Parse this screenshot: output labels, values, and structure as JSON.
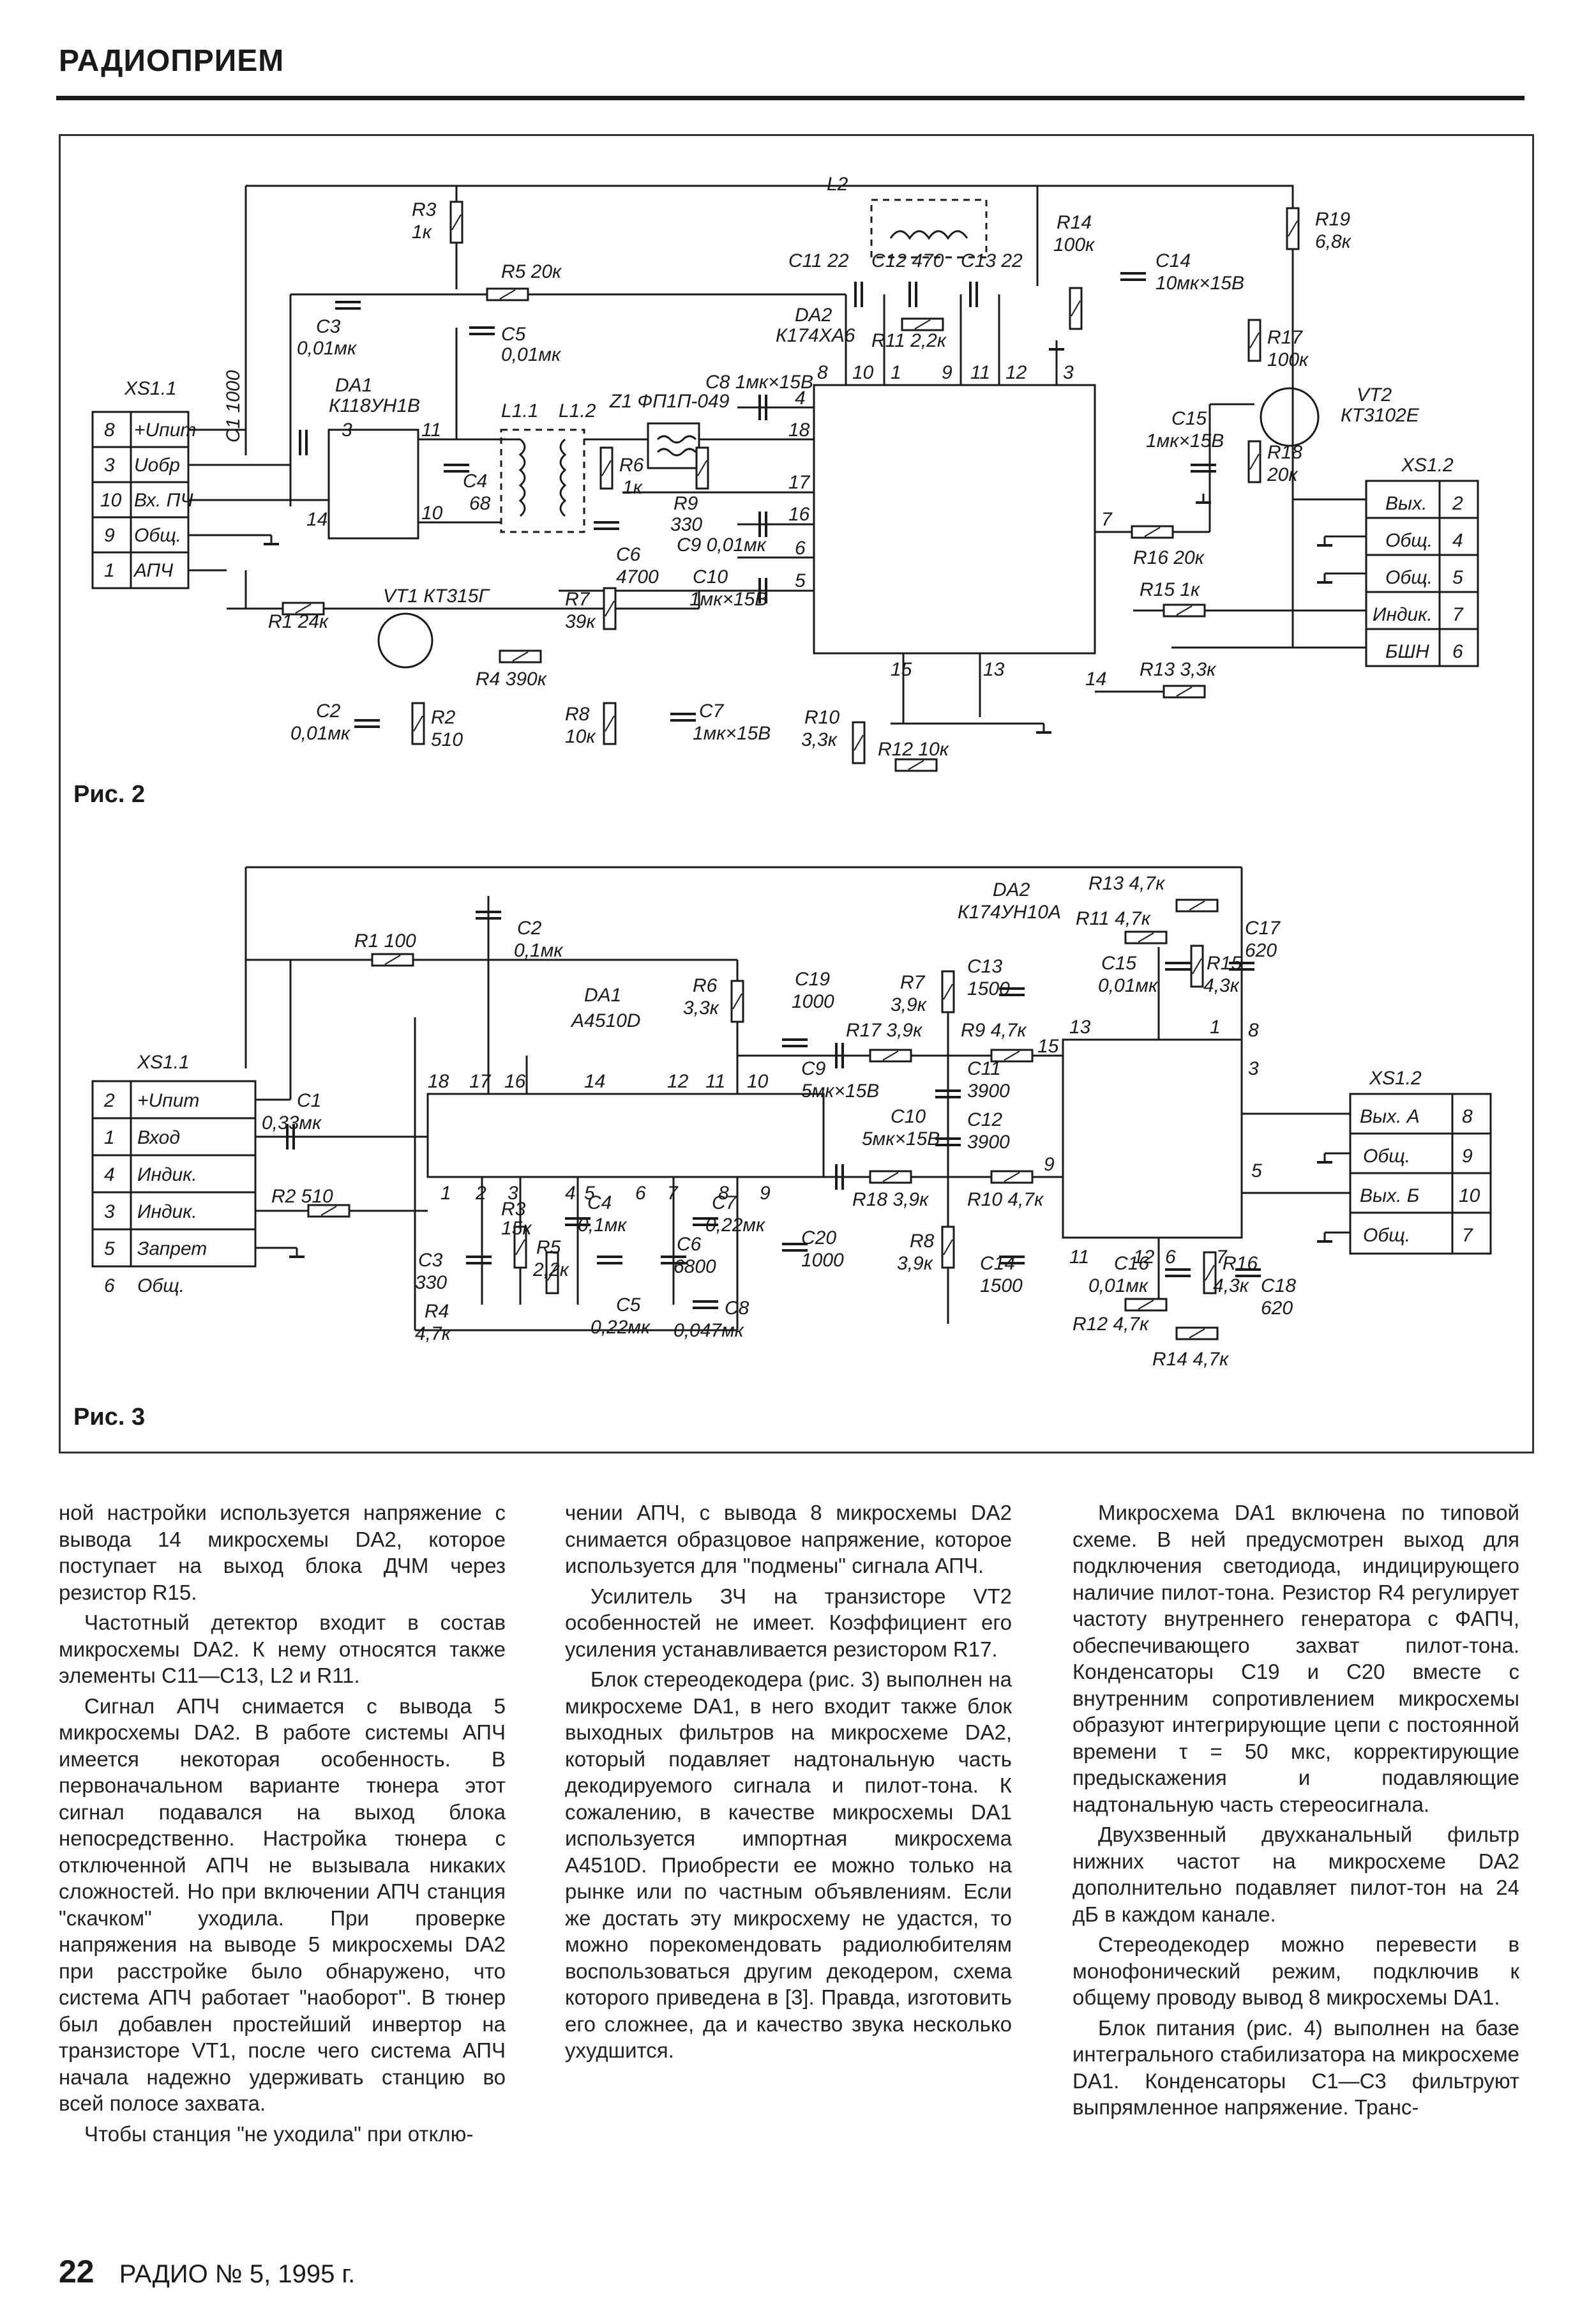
{
  "header": {
    "section": "РАДИОПРИЕМ"
  },
  "figure2": {
    "caption": "Рис. 2",
    "labels": {
      "xs11": "XS1.1",
      "xs12": "XS1.2",
      "pin8": "8",
      "pin3": "3",
      "pin10": "10",
      "pin9": "9",
      "pin1": "1",
      "upit": "+Uпит",
      "uobr": "Uобр",
      "vxpch": "Вх. ПЧ",
      "obsh": "Общ.",
      "apch": "АПЧ",
      "out_pin2": "2",
      "out_pin4": "4",
      "out_pin5": "5",
      "out_pin7": "7",
      "out_pin6": "6",
      "vyx": "Вых.",
      "obsh2": "Общ.",
      "obsh3": "Общ.",
      "indik": "Индик.",
      "bshn": "БШН",
      "da1": "DA1",
      "da1_type": "К118УН1В",
      "da2": "DA2",
      "da2_type": "К174ХА6",
      "vt1": "VT1  КТ315Г",
      "vt2": "VT2",
      "vt2_type": "КТ3102Е",
      "r3": "R3",
      "r3v": "1к",
      "r5": "R5 20к",
      "c3": "C3",
      "c3v": "0,01мк",
      "c5": "C5",
      "c5v": "0,01мк",
      "c1": "C1 1000",
      "c4": "C4",
      "c4v": "68",
      "l11": "L1.1",
      "l12": "L1.2",
      "z1": "Z1 ФП1П-049",
      "c8": "C8 1мк×15В",
      "l2": "L2",
      "c11": "C11 22",
      "c12": "C12 470",
      "c13": "C13 22",
      "r11": "R11 2,2к",
      "r14": "R14",
      "r14v": "100к",
      "c14": "C14",
      "c14v": "10мк×15В",
      "r19": "R19",
      "r19v": "6,8к",
      "r17": "R17",
      "r17v": "100к",
      "c15": "C15",
      "c15v": "1мк×15В",
      "r18": "R18",
      "r18v": "20к",
      "r6": "R6",
      "r6v": "1к",
      "r9": "R9",
      "r9v": "330",
      "c6": "C6",
      "c6v": "4700",
      "c9": "C9 0,01мк",
      "c10": "C10",
      "c10v": "1мк×15В",
      "r16": "R16 20к",
      "r15": "R15 1к",
      "r13": "R13 3,3к",
      "r1": "R1 24к",
      "r4": "R4 390к",
      "r7": "R7",
      "r7v": "39к",
      "c2": "C2",
      "c2v": "0,01мк",
      "r2": "R2",
      "r2v": "510",
      "r8": "R8",
      "r8v": "10к",
      "c7": "C7",
      "c7v": "1мк×15В",
      "r10": "R10",
      "r10v": "3,3к",
      "r12": "R12 10к",
      "da1_p3": "3",
      "da1_p11": "11",
      "da1_p14": "14",
      "da1_p10": "10",
      "da2_p8": "8",
      "da2_p10": "10",
      "da2_p1": "1",
      "da2_p9": "9",
      "da2_p11": "11",
      "da2_p12": "12",
      "da2_p3": "3",
      "da2_p4": "4",
      "da2_p18": "18",
      "da2_p17": "17",
      "da2_p16": "16",
      "da2_p6": "6",
      "da2_p5": "5",
      "da2_p15": "15",
      "da2_p13": "13",
      "da2_p14": "14",
      "da2_p7": "7"
    }
  },
  "figure3": {
    "caption": "Рис. 3",
    "labels": {
      "xs11": "XS1.1",
      "xs12": "XS1.2",
      "p2": "2",
      "p1": "1",
      "p4": "4",
      "p3": "3",
      "p5": "5",
      "p6": "6",
      "upit": "+Uпит",
      "vxod": "Вход",
      "indik1": "Индик.",
      "indik2": "Индик.",
      "zapret": "Запрет",
      "obsh": "Общ.",
      "o8": "8",
      "o9": "9",
      "o10": "10",
      "o7": "7",
      "vyxa": "Вых. А",
      "obsh1": "Общ.",
      "vyxb": "Вых. Б",
      "obsh2": "Общ.",
      "r1": "R1 100",
      "c2": "C2",
      "c2v": "0,1мк",
      "c1": "C1",
      "c1v": "0,33мк",
      "r2": "R2  510",
      "da1": "DA1",
      "da1_type": "А4510D",
      "r6": "R6",
      "r6v": "3,3к",
      "c19": "C19",
      "c19v": "1000",
      "da2": "DA2",
      "da2_type": "К174УН10А",
      "r13": "R13 4,7к",
      "r11": "R11 4,7к",
      "c17": "C17",
      "c17v": "620",
      "c15": "C15",
      "c15v": "0,01мк",
      "r15": "R15",
      "r15v": "4,3к",
      "c13": "C13",
      "c13v": "1500",
      "r7": "R7",
      "r7v": "3,9к",
      "r17": "R17 3,9к",
      "r9": "R9 4,7к",
      "c9": "C9",
      "c9v": "5мк×15В",
      "c11": "C11",
      "c11v": "3900",
      "c10": "C10",
      "c10v": "5мк×15В",
      "c12": "C12",
      "c12v": "3900",
      "r18": "R18 3,9к",
      "r10": "R10 4,7к",
      "r8": "R8",
      "r8v": "3,9к",
      "c14": "C14",
      "c14v": "1500",
      "c16": "C16",
      "c16v": "0,01мк",
      "r16": "R16",
      "r16v": "4,3к",
      "c18": "C18",
      "c18v": "620",
      "r12": "R12 4,7к",
      "r14": "R14 4,7к",
      "c3": "C3",
      "c3v": "330",
      "r4": "R4",
      "r4v": "4,7к",
      "r3": "R3",
      "r3v": "15к",
      "c4": "C4",
      "c4v": "0,1мк",
      "r5": "R5",
      "r5v": "2,2к",
      "c5": "C5",
      "c5v": "0,22мк",
      "c6": "C6",
      "c6v": "6800",
      "c7": "C7",
      "c7v": "0,22мк",
      "c8": "C8",
      "c8v": "0,047мк",
      "c20": "C20",
      "c20v": "1000",
      "a18": "18",
      "a17": "17",
      "a16": "16",
      "a14": "14",
      "a12": "12",
      "a11": "11",
      "a10": "10",
      "a1": "1",
      "a2": "2",
      "a3": "3",
      "a4": "4",
      "a5": "5",
      "a6": "6",
      "a7": "7",
      "a8": "8",
      "a9": "9",
      "b15": "15",
      "b13": "13",
      "b1": "1",
      "b8": "8",
      "b3": "3",
      "b9": "9",
      "b5": "5",
      "b11": "11",
      "b12": "12",
      "b6": "6",
      "b7": "7"
    }
  },
  "columns": {
    "col1": [
      "ной настройки используется напряжение с вывода 14 микросхемы DA2, которое поступает на выход блока ДЧМ через резистор R15.",
      "Частотный детектор входит в состав микросхемы DA2. К нему относятся также элементы C11—C13, L2 и R11.",
      "Сигнал АПЧ снимается с вывода 5 микросхемы DA2. В работе системы АПЧ имеется некоторая особенность. В первоначальном варианте тюнера этот сигнал подавался на выход блока непосредственно. Настройка тюнера с отключенной АПЧ не вызывала никаких сложностей. Но при включении АПЧ станция \"скачком\" уходила. При проверке напряжения на выводе 5 микросхемы DA2 при расстройке было обнаружено, что система АПЧ работает \"наоборот\". В тюнер был добавлен простейший инвертор на транзисторе VT1, после чего система АПЧ начала надежно удерживать станцию во всей полосе захвата.",
      "Чтобы станция \"не уходила\" при отклю-"
    ],
    "col2": [
      "чении АПЧ, с вывода 8 микросхемы DA2 снимается образцовое напряжение, которое используется для \"подмены\" сигнала АПЧ.",
      "Усилитель ЗЧ на транзисторе VT2 особенностей не имеет. Коэффициент его усиления устанавливается резистором R17.",
      "Блок стереодекодера (рис. 3) выполнен на микросхеме DA1, в него входит также блок выходных фильтров на микросхеме DA2, который подавляет надтональную часть декодируемого сигнала и пилот-тона. К сожалению, в качестве микросхемы DA1 используется импортная микросхема A4510D. Приобрести ее можно только на рынке или по частным объявлениям. Если же достать эту микросхему не удастся, то можно порекомендовать радиолюбителям воспользоваться другим декодером, схема которого приведена в [3]. Правда, изготовить его сложнее, да и качество звука несколько ухудшится."
    ],
    "col3": [
      "Микросхема DA1 включена по типовой схеме. В ней предусмотрен выход для подключения светодиода, индицирующего наличие пилот-тона. Резистор R4 регулирует частоту внутреннего генератора с ФАПЧ, обеспечивающего захват пилот-тона. Конденсаторы C19 и C20 вместе с внутренним сопротивлением микросхемы образуют интегрирующие цепи с постоянной времени τ = 50 мкс, корректирующие предыскажения и подавляющие надтональную часть стереосигнала.",
      "Двухзвенный двухканальный фильтр нижних частот на микросхеме DA2 дополнительно подавляет пилот-тон на 24 дБ в каждом канале.",
      "Стереодекодер можно перевести в монофонический режим, подключив к общему проводу вывод 8 микросхемы DA1.",
      "Блок питания (рис. 4) выполнен на базе интегрального стабилизатора на микросхеме DA1. Конденсаторы C1—C3 фильтруют выпрямленное напряжение. Транс-"
    ]
  },
  "footer": {
    "page": "22",
    "magazine": "РАДИО № 5, 1995 г."
  }
}
